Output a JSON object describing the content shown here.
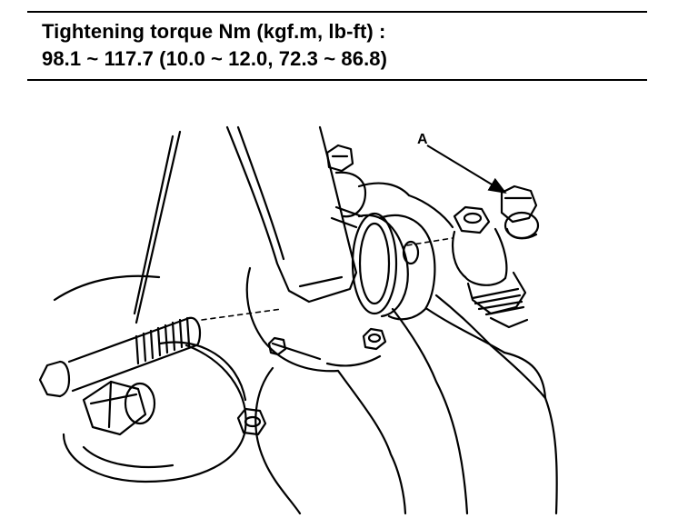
{
  "spec": {
    "torque_label": "Tightening torque Nm (kgf.m, lb-ft) :",
    "torque_value": "98.1 ~ 117.7 (10.0 ~ 12.0, 72.3 ~ 86.8)"
  },
  "diagram": {
    "callout_a": "A"
  },
  "colors": {
    "ink": "#000000",
    "paper": "#ffffff"
  }
}
